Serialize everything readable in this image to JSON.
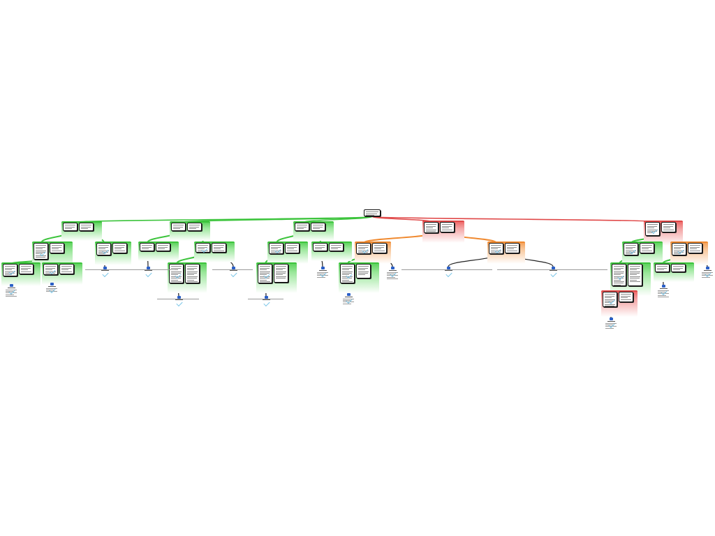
{
  "diagram": {
    "type": "decision-tree",
    "text_legible": false,
    "status_colors": {
      "ok": "#3cc43c",
      "warn": "#f08a30",
      "fail": "#e04848",
      "leaf_icon": "#2a5fc7",
      "check": "#7cc6e8"
    },
    "root": {
      "id": "root",
      "status": "mixed"
    },
    "nodes": [
      {
        "id": "n1",
        "parent": "root",
        "status": "ok"
      },
      {
        "id": "n2",
        "parent": "root",
        "status": "ok"
      },
      {
        "id": "n3",
        "parent": "root",
        "status": "ok"
      },
      {
        "id": "n4",
        "parent": "root",
        "status": "fail"
      },
      {
        "id": "n5",
        "parent": "root",
        "status": "fail"
      },
      {
        "id": "n1a",
        "parent": "n1",
        "status": "ok"
      },
      {
        "id": "n1b",
        "parent": "n1",
        "status": "ok"
      },
      {
        "id": "n1a1",
        "parent": "n1a",
        "status": "ok"
      },
      {
        "id": "n1a2",
        "parent": "n1a",
        "status": "ok"
      },
      {
        "id": "n2a",
        "parent": "n2",
        "status": "ok"
      },
      {
        "id": "n2b",
        "parent": "n2",
        "status": "ok"
      },
      {
        "id": "n2b1",
        "parent": "n2b",
        "status": "ok"
      },
      {
        "id": "n3a",
        "parent": "n3",
        "status": "ok"
      },
      {
        "id": "n3b",
        "parent": "n3",
        "status": "ok"
      },
      {
        "id": "n3a1",
        "parent": "n3a",
        "status": "ok"
      },
      {
        "id": "n4a",
        "parent": "n4",
        "status": "warn"
      },
      {
        "id": "n4b",
        "parent": "n4",
        "status": "warn"
      },
      {
        "id": "n4a1",
        "parent": "n4a",
        "status": "ok"
      },
      {
        "id": "n5a",
        "parent": "n5",
        "status": "ok"
      },
      {
        "id": "n5b",
        "parent": "n5",
        "status": "warn"
      },
      {
        "id": "n5a1",
        "parent": "n5a",
        "status": "ok"
      },
      {
        "id": "n5a1a",
        "parent": "n5a1",
        "status": "fail"
      },
      {
        "id": "n5b1",
        "parent": "n5b",
        "status": "ok"
      }
    ],
    "leaves": [
      {
        "id": "l1",
        "parent": "n1a1",
        "kind": "result"
      },
      {
        "id": "l2",
        "parent": "n1a2",
        "kind": "result"
      },
      {
        "id": "l3",
        "parent": "n1b",
        "kind": "result"
      },
      {
        "id": "l4",
        "parent": "n2a",
        "kind": "result"
      },
      {
        "id": "l5",
        "parent": "n2b1",
        "kind": "result"
      },
      {
        "id": "l6",
        "parent": "n2b",
        "kind": "result"
      },
      {
        "id": "l7",
        "parent": "n3a1",
        "kind": "result"
      },
      {
        "id": "l8",
        "parent": "n3b",
        "kind": "result"
      },
      {
        "id": "l9",
        "parent": "n4a1",
        "kind": "result"
      },
      {
        "id": "l10",
        "parent": "n4a",
        "kind": "result"
      },
      {
        "id": "l11",
        "parent": "n4b",
        "kind": "result"
      },
      {
        "id": "l12",
        "parent": "n4b",
        "kind": "result"
      },
      {
        "id": "l13",
        "parent": "n5a1a",
        "kind": "result"
      },
      {
        "id": "l14",
        "parent": "n5b1",
        "kind": "result"
      },
      {
        "id": "l15",
        "parent": "n5b",
        "kind": "result"
      }
    ]
  }
}
